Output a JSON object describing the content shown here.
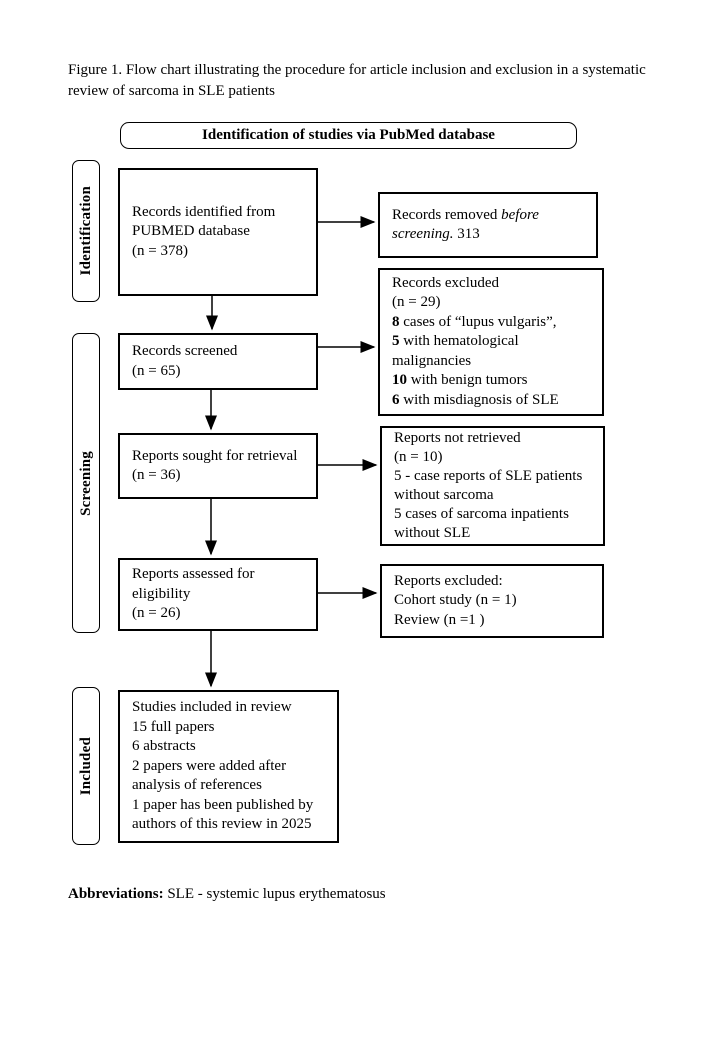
{
  "page": {
    "caption": "Figure 1. Flow chart illustrating the procedure for article inclusion and exclusion in a systematic review of sarcoma in SLE patients",
    "abbreviations": {
      "label": "Abbreviations:",
      "text": " SLE - systemic lupus erythematosus"
    }
  },
  "flowchart": {
    "header": "Identification of studies via PubMed database",
    "stages": [
      {
        "label": "Identification"
      },
      {
        "label": "Screening"
      },
      {
        "label": "Included"
      }
    ],
    "colors": {
      "box_border": "#000000",
      "text": "#000000",
      "background": "#ffffff"
    },
    "boxes": {
      "records_identified": {
        "lines": [
          "Records identified from",
          "PUBMED database",
          "(n = 378)"
        ]
      },
      "records_screened": {
        "lines": [
          "Records screened",
          "(n = 65)"
        ]
      },
      "reports_sought": {
        "lines": [
          "Reports sought for retrieval",
          "(n = 36)"
        ]
      },
      "reports_assessed": {
        "lines": [
          "Reports assessed for",
          "eligibility",
          "(n = 26)"
        ]
      },
      "studies_included": {
        "lines": [
          "Studies included in review",
          "15 full papers",
          "6 abstracts",
          "2 papers were added after",
          "analysis of references",
          "1 paper has been published by",
          "authors of this review in 2025"
        ]
      },
      "records_removed": {
        "lines": [
          {
            "segs": [
              {
                "t": "Records removed "
              },
              {
                "t": "before",
                "style": "italic"
              }
            ]
          },
          {
            "segs": [
              {
                "t": "screening.",
                "style": "italic"
              },
              {
                "t": " 313"
              }
            ]
          }
        ]
      },
      "records_excluded": {
        "lines": [
          {
            "segs": [
              {
                "t": "Records excluded"
              }
            ]
          },
          {
            "segs": [
              {
                "t": "(n = 29)"
              }
            ]
          },
          {
            "segs": [
              {
                "t": "8",
                "style": "bold"
              },
              {
                "t": " cases of “lupus vulgaris”,"
              }
            ]
          },
          {
            "segs": [
              {
                "t": "5",
                "style": "bold"
              },
              {
                "t": " with hematological"
              }
            ]
          },
          {
            "segs": [
              {
                "t": "malignancies"
              }
            ]
          },
          {
            "segs": [
              {
                "t": "10",
                "style": "bold"
              },
              {
                "t": " with benign tumors"
              }
            ]
          },
          {
            "segs": [
              {
                "t": "6",
                "style": "bold"
              },
              {
                "t": " with misdiagnosis of SLE"
              }
            ]
          }
        ]
      },
      "reports_not_retrieved": {
        "lines": [
          "Reports not retrieved",
          "(n = 10)",
          "5 - case reports of SLE patients",
          "without sarcoma",
          "5 cases of sarcoma inpatients",
          "without SLE"
        ]
      },
      "reports_excluded": {
        "lines": [
          "Reports excluded:",
          "Cohort study (n = 1)",
          "Review (n =1 )"
        ]
      }
    }
  }
}
